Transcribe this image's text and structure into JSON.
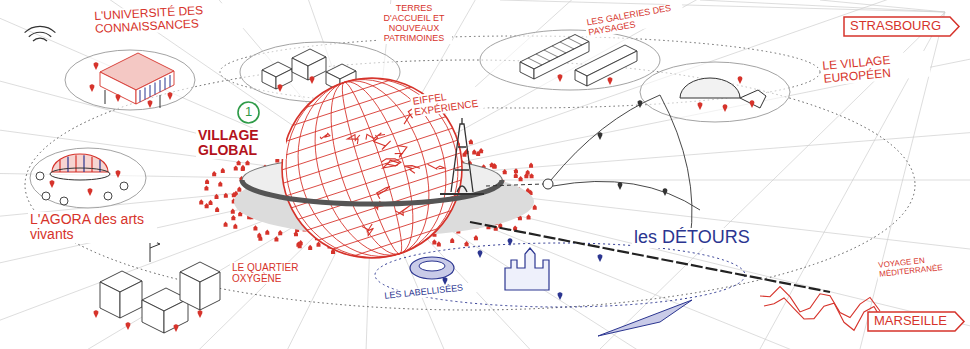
{
  "diagram": {
    "nodes": [
      {
        "text": [
          "STRASBOURG"
        ]
      },
      {
        "text": [
          "1"
        ]
      },
      {
        "text": [
          "MARSEILLE"
        ]
      }
    ],
    "labels": [
      "L'UNIVERSITÉ DES CONNAISSANCES",
      "TERRES D'ACCUEIL ET NOUVEAUX PATRIMOINES",
      "LES GALERIES DES PAYSAGES",
      "LE VILLAGE EUROPÉEN",
      "VILLAGE GLOBAL",
      "EIFFEL EXPÉRIENCE",
      "L'AGORA des arts vivants",
      "LE QUARTIER OXYGÈNE",
      "les DÉTOURS",
      "LES LABELLISÉES",
      "VOYAGE EN MÉDITERRANÉE"
    ]
  }
}
